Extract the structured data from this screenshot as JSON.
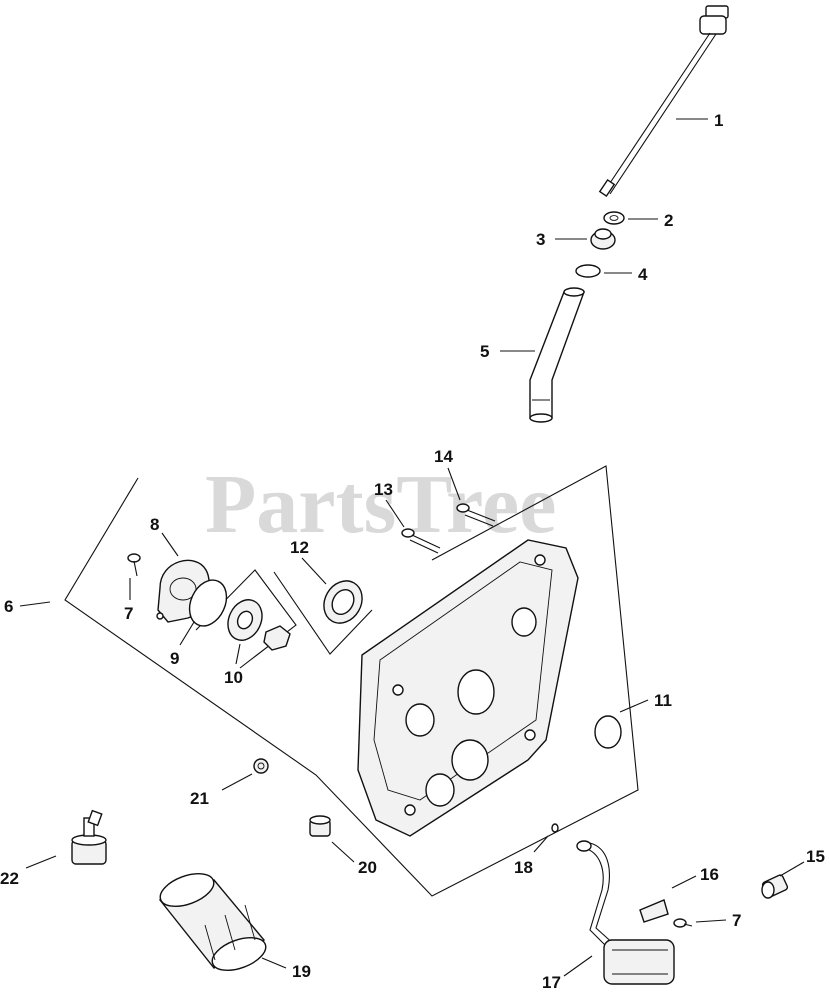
{
  "watermark": "PartsTree",
  "callouts": {
    "c1": "1",
    "c2": "2",
    "c3": "3",
    "c4": "4",
    "c5": "5",
    "c6": "6",
    "c7a": "7",
    "c7b": "7",
    "c8": "8",
    "c9": "9",
    "c10": "10",
    "c11": "11",
    "c12": "12",
    "c13": "13",
    "c14": "14",
    "c15": "15",
    "c16": "16",
    "c17": "17",
    "c18": "18",
    "c19": "19",
    "c20": "20",
    "c21": "21",
    "c22": "22"
  }
}
